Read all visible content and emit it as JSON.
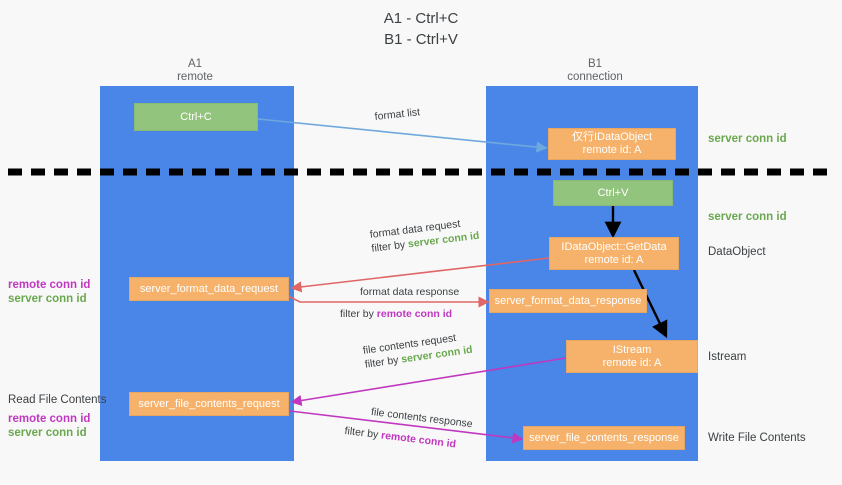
{
  "title": {
    "line1": "A1 - Ctrl+C",
    "line2": "B1 - Ctrl+V"
  },
  "lanes": [
    {
      "name": "A1",
      "sub": "remote"
    },
    {
      "name": "B1",
      "sub": "connection"
    }
  ],
  "colors": {
    "lane": "#4a86e8",
    "orange": "#f6b26b",
    "green": "#93c47d",
    "server_conn": "#6aa84f",
    "remote_conn": "#c038c0",
    "arrow_blue": "#6fa8dc",
    "arrow_red": "#e06666",
    "arrow_magenta": "#c038c0",
    "arrow_black": "#000000",
    "background": "#f8f8f8",
    "text": "#3c4043"
  },
  "boxes": {
    "ctrl_c": {
      "line1": "Ctrl+C"
    },
    "idataobject": {
      "line1": "仅行IDataObject",
      "line2": "remote id: A"
    },
    "ctrl_v": {
      "line1": "Ctrl+V"
    },
    "getdata": {
      "line1": "IDataObject::GetData",
      "line2": "remote id: A"
    },
    "istream": {
      "line1": "IStream",
      "line2": "remote id: A"
    },
    "server_format_data_request": {
      "line1": "server_format_data_request"
    },
    "server_format_data_response": {
      "line1": "server_format_data_response"
    },
    "server_file_contents_request": {
      "line1": "server_file_contents_request"
    },
    "server_file_contents_response": {
      "line1": "server_file_contents_response"
    }
  },
  "edge_labels": {
    "format_list": {
      "text": "format list"
    },
    "format_data_request": {
      "line1": "format data request",
      "line2_prefix": "filter by ",
      "line2_key": "server conn id"
    },
    "format_data_response": {
      "line1": "format data response",
      "line2_prefix": "filter by ",
      "line2_key": "remote conn id"
    },
    "file_contents_request": {
      "line1": "file contents request",
      "line2_prefix": "filter by ",
      "line2_key": "server conn id"
    },
    "file_contents_response": {
      "line1": "file contents response",
      "line2_prefix": "filter by ",
      "line2_key": "remote conn id"
    }
  },
  "annotations": {
    "server_conn_top": "server conn id",
    "server_conn_mid": "server conn id",
    "right_dataobject": "DataObject",
    "right_istream": "Istream",
    "right_write_file_contents": "Write File Contents",
    "left_group_1": {
      "remote": "remote conn id",
      "server": "server conn id"
    },
    "left_read_file_contents": "Read File Contents",
    "left_group_2": {
      "remote": "remote conn id",
      "server": "server conn id"
    }
  }
}
